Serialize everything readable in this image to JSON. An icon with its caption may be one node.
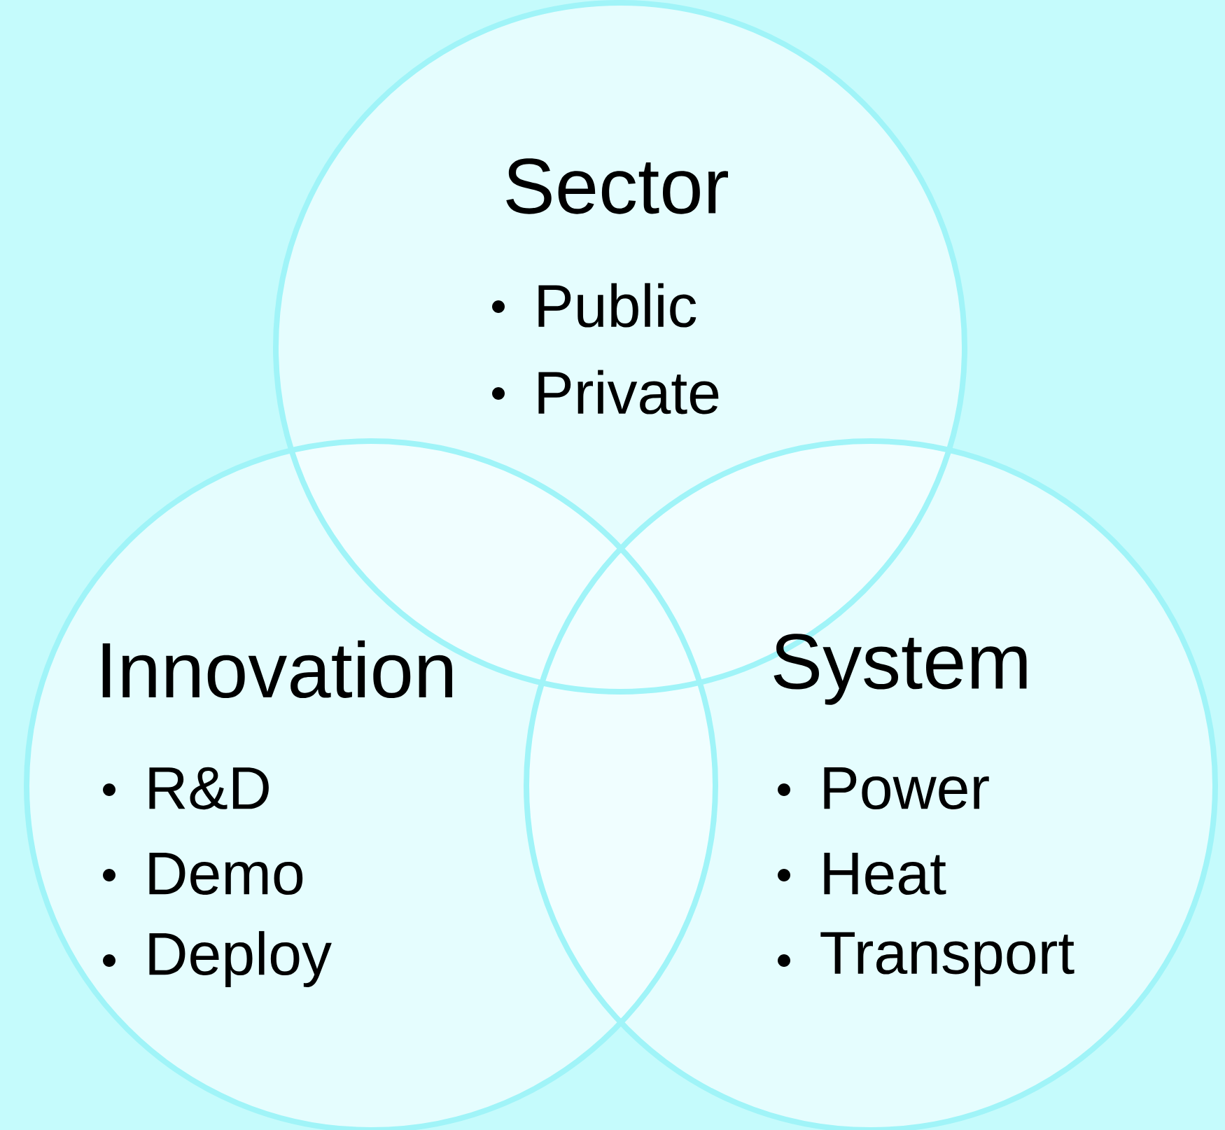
{
  "diagram": {
    "nodes": [
      {
        "text": [
          "Sector",
          "Public",
          "Private"
        ]
      },
      {
        "text": [
          "Innovation",
          "R&D",
          "Demo",
          "Deploy"
        ]
      },
      {
        "text": [
          "System",
          "Power",
          "Heat",
          "Transport"
        ]
      }
    ]
  }
}
